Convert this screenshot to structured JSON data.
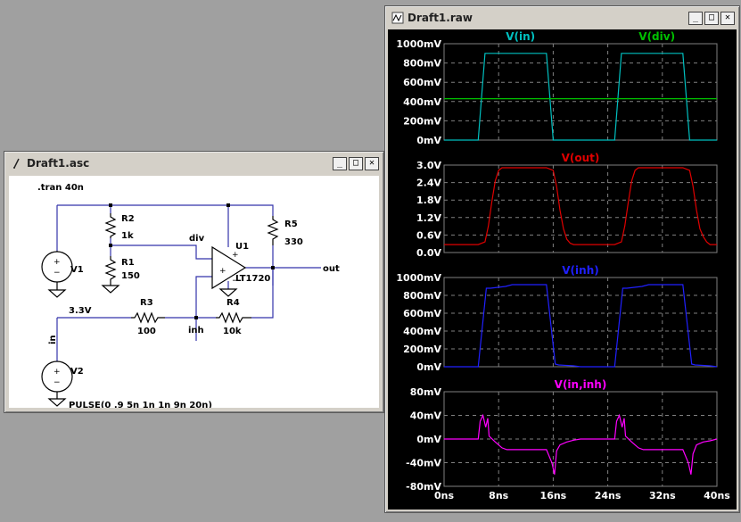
{
  "schematic_window": {
    "title": "Draft1.asc",
    "buttons": {
      "minimize": "_",
      "maximize": "□",
      "close": "✕"
    },
    "directive": ".tran 40n",
    "components": {
      "r2": {
        "ref": "R2",
        "value": "1k"
      },
      "r1": {
        "ref": "R1",
        "value": "150"
      },
      "r3": {
        "ref": "R3",
        "value": "100"
      },
      "r4": {
        "ref": "R4",
        "value": "10k"
      },
      "r5": {
        "ref": "R5",
        "value": "330"
      },
      "v1": {
        "ref": "V1",
        "value": "3.3V"
      },
      "v2": {
        "ref": "V2",
        "value": "PULSE(0 .9 5n 1n 1n 9n 20n)"
      },
      "u1": {
        "ref": "U1",
        "value": "LT1720"
      }
    },
    "nets": {
      "div": "div",
      "out": "out",
      "inh": "inh",
      "in": "in"
    }
  },
  "waveform_window": {
    "title": "Draft1.raw",
    "buttons": {
      "minimize": "_",
      "maximize": "□",
      "close": "✕"
    },
    "colors": {
      "in": "#00c0c0",
      "div": "#00c000",
      "out": "#e00000",
      "inh": "#2020ff",
      "diff": "#ff00ff",
      "grid": "#808080",
      "axis_text": "#ffffff"
    }
  },
  "chart_data": [
    {
      "type": "line",
      "series": [
        {
          "name": "V(in)",
          "color": "#00c0c0",
          "x": [
            0,
            5,
            6,
            15,
            16,
            25,
            26,
            35,
            36,
            40
          ],
          "y": [
            0,
            0,
            900,
            900,
            0,
            0,
            900,
            900,
            0,
            0
          ]
        },
        {
          "name": "V(div)",
          "color": "#00c000",
          "x": [
            0,
            40
          ],
          "y": [
            430,
            430
          ]
        }
      ],
      "x_ticks": [
        "0ns",
        "8ns",
        "16ns",
        "24ns",
        "32ns",
        "40ns"
      ],
      "y_ticks": [
        "0mV",
        "200mV",
        "400mV",
        "600mV",
        "800mV",
        "1000mV"
      ],
      "xlim": [
        0,
        40
      ],
      "ylim": [
        0,
        1000
      ],
      "grid": true
    },
    {
      "type": "line",
      "series": [
        {
          "name": "V(out)",
          "color": "#e00000",
          "x": [
            0,
            5,
            6,
            6.5,
            7,
            7.5,
            8,
            8.5,
            9,
            15,
            16,
            16.5,
            17,
            17.5,
            18,
            18.5,
            19,
            25,
            26,
            26.5,
            27,
            27.5,
            28,
            28.5,
            29,
            35,
            36,
            36.5,
            37,
            37.5,
            38,
            38.5,
            39,
            40
          ],
          "y": [
            0.3,
            0.3,
            0.4,
            1.0,
            1.9,
            2.7,
            3.1,
            3.2,
            3.2,
            3.2,
            3.1,
            2.5,
            1.6,
            0.9,
            0.5,
            0.35,
            0.3,
            0.3,
            0.4,
            1.0,
            1.9,
            2.7,
            3.1,
            3.2,
            3.2,
            3.2,
            3.1,
            2.5,
            1.6,
            0.9,
            0.6,
            0.4,
            0.3,
            0.3
          ]
        }
      ],
      "x_ticks": [
        "0ns",
        "8ns",
        "16ns",
        "24ns",
        "32ns",
        "40ns"
      ],
      "y_ticks": [
        "0.0V",
        "0.6V",
        "1.2V",
        "1.8V",
        "2.4V",
        "3.0V"
      ],
      "xlim": [
        0,
        40
      ],
      "ylim": [
        0,
        3.3
      ],
      "grid": true
    },
    {
      "type": "line",
      "series": [
        {
          "name": "V(inh)",
          "color": "#2020ff",
          "x": [
            0,
            5,
            6.2,
            6.8,
            9,
            10,
            15,
            16.3,
            16.8,
            19,
            20,
            25,
            26.2,
            26.8,
            29,
            30,
            35,
            36.3,
            36.8,
            39,
            40
          ],
          "y": [
            0,
            0,
            880,
            880,
            900,
            920,
            920,
            30,
            20,
            10,
            0,
            0,
            880,
            880,
            900,
            920,
            920,
            30,
            20,
            10,
            0
          ]
        }
      ],
      "x_ticks": [
        "0ns",
        "8ns",
        "16ns",
        "24ns",
        "32ns",
        "40ns"
      ],
      "y_ticks": [
        "0mV",
        "200mV",
        "400mV",
        "600mV",
        "800mV",
        "1000mV"
      ],
      "xlim": [
        0,
        40
      ],
      "ylim": [
        0,
        1000
      ],
      "grid": true
    },
    {
      "type": "line",
      "series": [
        {
          "name": "V(in,inh)",
          "color": "#ff00ff",
          "x": [
            0,
            5,
            5.3,
            5.7,
            6.1,
            6.4,
            6.6,
            7.5,
            8.5,
            9.2,
            15,
            15.8,
            16.2,
            16.5,
            17,
            18,
            19,
            20,
            25,
            25.3,
            25.7,
            26.1,
            26.4,
            26.6,
            27.5,
            28.5,
            29.2,
            35,
            35.8,
            36.2,
            36.5,
            37,
            38,
            39,
            40
          ],
          "y": [
            0,
            0,
            30,
            40,
            20,
            35,
            5,
            -5,
            -15,
            -18,
            -18,
            -40,
            -60,
            -20,
            -10,
            -5,
            -2,
            0,
            0,
            30,
            40,
            20,
            35,
            5,
            -5,
            -15,
            -18,
            -18,
            -40,
            -60,
            -25,
            -10,
            -5,
            -3,
            0
          ]
        }
      ],
      "x_ticks": [
        "0ns",
        "8ns",
        "16ns",
        "24ns",
        "32ns",
        "40ns"
      ],
      "y_ticks": [
        "-80mV",
        "-40mV",
        "0mV",
        "40mV",
        "80mV"
      ],
      "xlim": [
        0,
        40
      ],
      "ylim": [
        -80,
        80
      ],
      "grid": true
    }
  ]
}
